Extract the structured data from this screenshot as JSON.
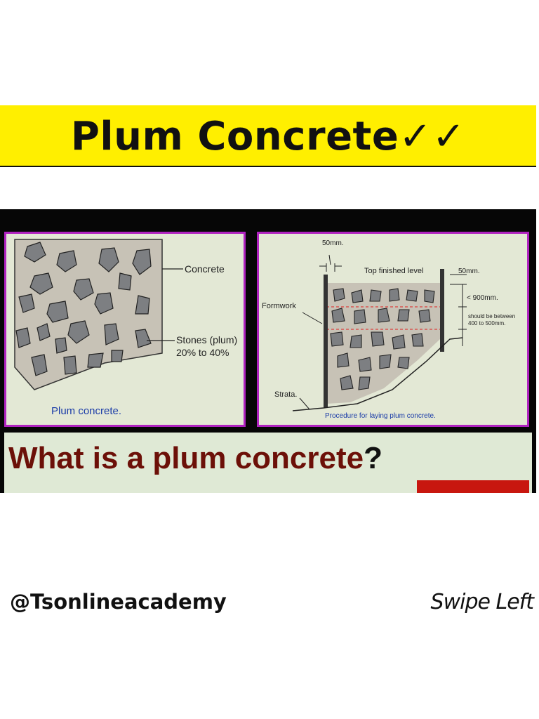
{
  "banner": {
    "title": "Plum Concrete",
    "checks": "✓✓"
  },
  "left_diagram": {
    "label_concrete": "Concrete",
    "label_stones_1": "Stones (plum)",
    "label_stones_2": "20% to 40%",
    "caption": "Plum concrete."
  },
  "right_diagram": {
    "label_50mm_top": "50mm.",
    "label_top_finished": "Top finished level",
    "label_50mm_right": "50mm.",
    "label_900": "< 900mm.",
    "label_between_1": "should be between",
    "label_between_2": "400 to 500mm.",
    "label_formwork": "Formwork",
    "label_strata": "Strata.",
    "caption": "Procedure for laying plum concrete."
  },
  "question": {
    "text": "What is a plum concrete",
    "mark": "?"
  },
  "footer": {
    "handle": "@Tsonlineacademy",
    "swipe": "Swipe Left"
  },
  "colors": {
    "banner": "#ffef00",
    "panel_border": "#b022c0",
    "question_text": "#6c1008",
    "caption_blue": "#1b3ca8",
    "stone": "#7d7f82"
  }
}
